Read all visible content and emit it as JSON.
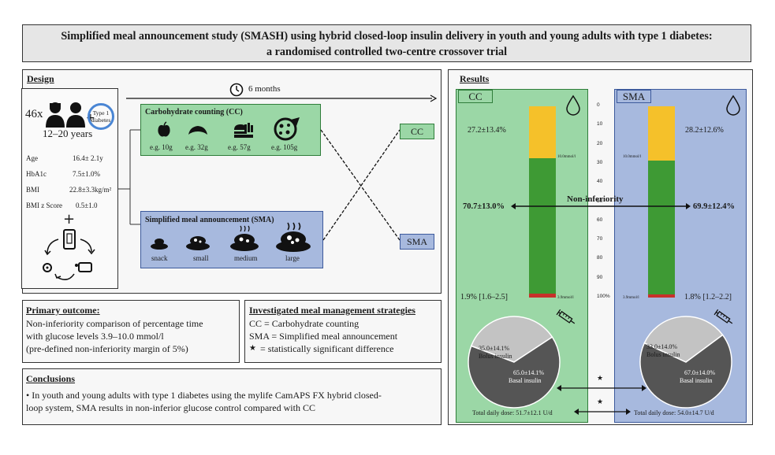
{
  "title": {
    "line1": "Simplified meal announcement study (SMASH) using hybrid closed-loop insulin delivery in youth and young adults with type 1 diabetes:",
    "line2": "a randomised controlled two-centre crossover trial"
  },
  "design": {
    "heading": "Design",
    "participants": "46x",
    "type_badge": "Type 1 diabetes",
    "age_range": "12–20 years",
    "timeline": "6 months",
    "stats": [
      {
        "label": "Age",
        "value": "16.4± 2.1y"
      },
      {
        "label": "HbA1c",
        "value": "7.5±1.0%"
      },
      {
        "label": "BMI",
        "value": "22.8±3.3kg/m²"
      },
      {
        "label": "BMI z Score",
        "value": "0.5±1.0"
      }
    ],
    "plus": "+",
    "cc_box": {
      "title": "Carbohydrate counting (CC)",
      "items": [
        "e.g. 10g",
        "e.g. 32g",
        "e.g. 57g",
        "e.g. 105g"
      ]
    },
    "sma_box": {
      "title": "Simplified meal announcement (SMA)",
      "items": [
        "snack",
        "small",
        "medium",
        "large"
      ]
    },
    "arm_cc": "CC",
    "arm_sma": "SMA"
  },
  "primary_outcome": {
    "heading": "Primary outcome:",
    "lines": [
      "Non-inferiority comparison of percentage time",
      "with glucose levels 3.9–10.0 mmol/l",
      "(pre-defined non-inferiority margin of 5%)"
    ]
  },
  "strategies": {
    "heading": "Investigated meal management strategies",
    "lines": [
      "CC = Carbohydrate counting",
      "SMA = Simplified meal announcement",
      "= statistically significant difference"
    ],
    "star": "★"
  },
  "conclusions": {
    "heading": "Conclusions",
    "text_line1": "• In youth and young adults with type 1 diabetes using the mylife CamAPS FX hybrid closed-",
    "text_line2": "loop system, SMA results in non-inferior glucose control compared with CC"
  },
  "results": {
    "heading": "Results",
    "non_inferiority": "Non-inferiority",
    "scale_ticks": [
      "0",
      "10",
      "20",
      "30",
      "40",
      "50",
      "60",
      "70",
      "80",
      "90",
      "100%"
    ],
    "star": "★",
    "arms": [
      {
        "label": "CC",
        "above": "27.2±13.4%",
        "in_range": "70.7±13.0%",
        "below": "1.9% [1.6–2.5]",
        "threshold_high": "10.0mmol/l",
        "threshold_low": "3.9mmol/l",
        "bolus": "35.0±14.1%",
        "basal": "65.0±14.1%",
        "bolus_label": "Bolus insulin",
        "basal_label": "Basal insulin",
        "total_dose": "Total daily dose: 51.7±12.1 U/d"
      },
      {
        "label": "SMA",
        "above": "28.2±12.6%",
        "in_range": "69.9±12.4%",
        "below": "1.8% [1.2–2.2]",
        "threshold_high": "10.0mmol/l",
        "threshold_low": "3.9mmol/l",
        "bolus": "33.0±14.0%",
        "basal": "67.0±14.0%",
        "bolus_label": "Bolus insulin",
        "basal_label": "Basal insulin",
        "total_dose": "Total daily dose: 54.0±14.7 U/d"
      }
    ]
  },
  "chart_data": {
    "type": "bar",
    "categories": [
      "CC",
      "SMA"
    ],
    "series": [
      {
        "name": "",
        "values": [
          27.2,
          28.2
        ]
      },
      {
        "name": "",
        "values": [
          70.7,
          69.9
        ]
      },
      {
        "name": "",
        "values": [
          1.9,
          1.8
        ]
      }
    ],
    "ylim": [
      0,
      100
    ],
    "pies": [
      {
        "name": "CC",
        "values": [
          35.0,
          65.0
        ],
        "labels": [
          "Bolus insulin",
          "Basal insulin"
        ]
      },
      {
        "name": "SMA",
        "values": [
          33.0,
          67.0
        ],
        "labels": [
          "Bolus insulin",
          "Basal insulin"
        ]
      }
    ]
  },
  "colors": {
    "above": "#f5c12a",
    "in_range": "#3e9a34",
    "below": "#c8312b",
    "pie_bolus": "#c3c3c3",
    "pie_basal": "#555555",
    "cc_green": "#9bd7a6",
    "sma_blue": "#a7b9de"
  }
}
